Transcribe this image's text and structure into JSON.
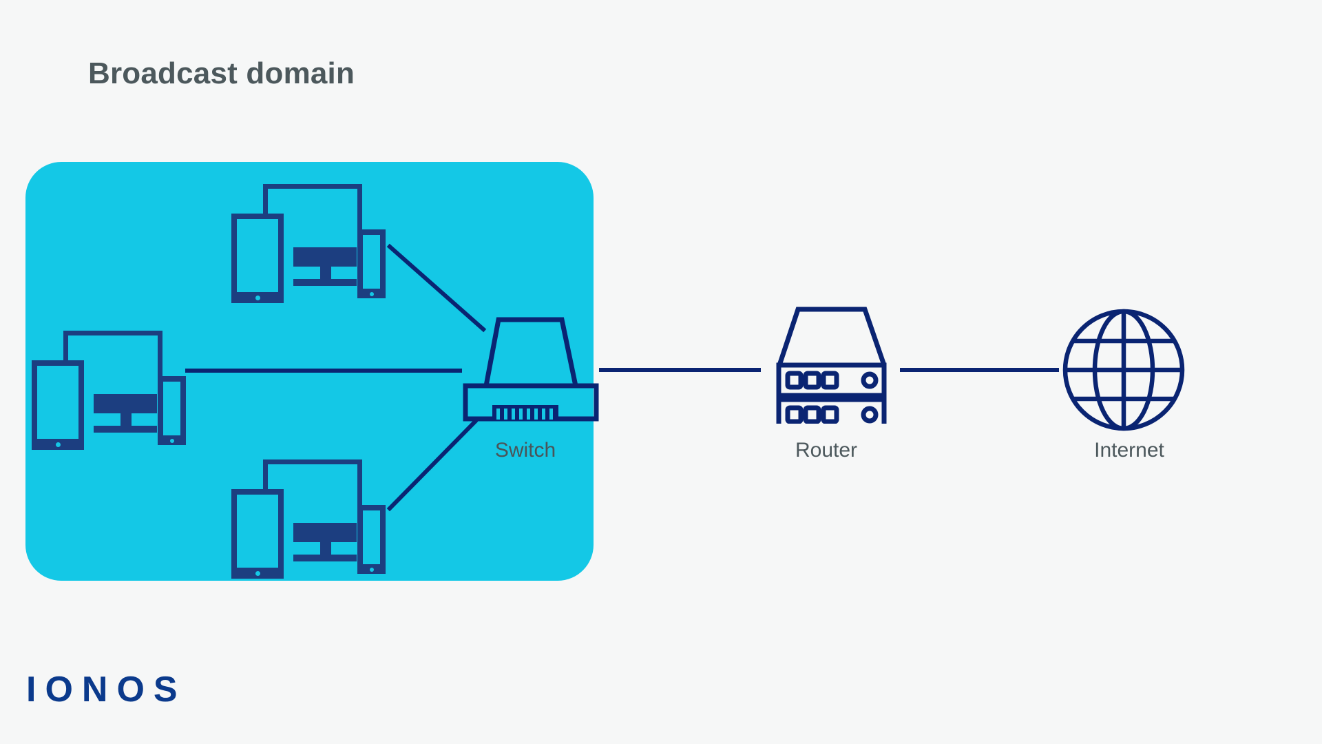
{
  "page": {
    "title": "Broadcast domain",
    "background_color": "#f6f7f7"
  },
  "colors": {
    "domain_fill": "#14c8e6",
    "device_navy": "#1c3e80",
    "icon_navy": "#0a2472",
    "label_gray": "#4c585c",
    "logo_blue": "#0b3a8c"
  },
  "domain_panel": {
    "name": "Broadcast domain",
    "fill": "#14c8e6"
  },
  "nodes": [
    {
      "id": "cluster-top",
      "label": "",
      "icon": "device-cluster",
      "inside_domain": true
    },
    {
      "id": "cluster-left",
      "label": "",
      "icon": "device-cluster",
      "inside_domain": true
    },
    {
      "id": "cluster-bottom",
      "label": "",
      "icon": "device-cluster",
      "inside_domain": true
    },
    {
      "id": "switch",
      "label": "Switch",
      "icon": "switch-icon",
      "inside_domain": true
    },
    {
      "id": "router",
      "label": "Router",
      "icon": "router-icon",
      "inside_domain": false
    },
    {
      "id": "internet",
      "label": "Internet",
      "icon": "globe-icon",
      "inside_domain": false
    }
  ],
  "labels": {
    "switch": "Switch",
    "router": "Router",
    "internet": "Internet"
  },
  "links": [
    {
      "from": "cluster-top",
      "to": "switch"
    },
    {
      "from": "cluster-left",
      "to": "switch"
    },
    {
      "from": "cluster-bottom",
      "to": "switch"
    },
    {
      "from": "switch",
      "to": "router"
    },
    {
      "from": "router",
      "to": "internet"
    }
  ],
  "brand": {
    "logo_text": "IONOS"
  }
}
